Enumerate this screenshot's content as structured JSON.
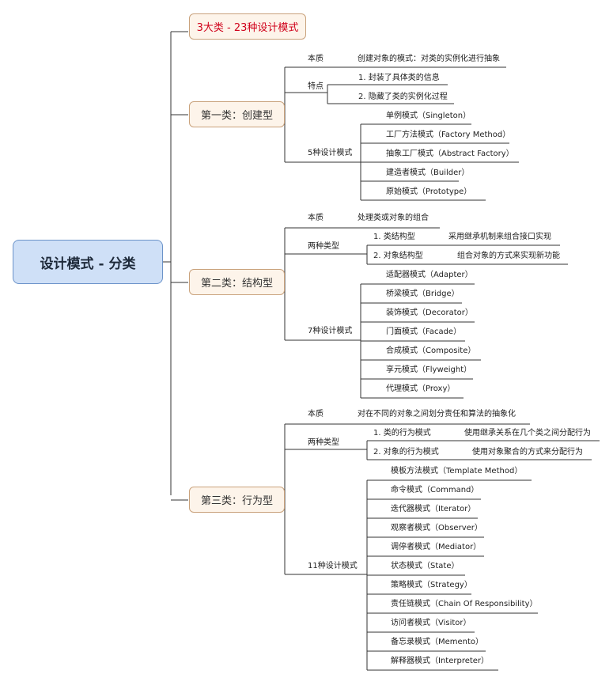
{
  "root": "设计模式 - 分类",
  "summary": "3大类 - 23种设计模式",
  "categories": [
    {
      "title": "第一类：创建型",
      "essence_label": "本质",
      "essence": "创建对象的模式：对类的实例化进行抽象",
      "features_label": "特点",
      "features": [
        "1. 封装了具体类的信息",
        "2. 隐藏了类的实例化过程"
      ],
      "patterns_label": "5种设计模式",
      "patterns": [
        "单例模式（Singleton）",
        "工厂方法模式（Factory Method）",
        "抽象工厂模式（Abstract Factory）",
        "建造者模式（Builder）",
        "原始模式（Prototype）"
      ]
    },
    {
      "title": "第二类：结构型",
      "essence_label": "本质",
      "essence": "处理类或对象的组合",
      "types_label": "两种类型",
      "types": [
        {
          "name": "1. 类结构型",
          "desc": "采用继承机制来组合接口实现"
        },
        {
          "name": "2. 对象结构型",
          "desc": "组合对象的方式来实现新功能"
        }
      ],
      "patterns_label": "7种设计模式",
      "patterns": [
        "适配器模式（Adapter）",
        "桥梁模式（Bridge）",
        "装饰模式（Decorator）",
        "门面模式（Facade）",
        "合成模式（Composite）",
        "享元模式（Flyweight）",
        "代理模式（Proxy）"
      ]
    },
    {
      "title": "第三类：行为型",
      "essence_label": "本质",
      "essence": "对在不同的对象之间划分责任和算法的抽象化",
      "types_label": "两种类型",
      "types": [
        {
          "name": "1. 类的行为模式",
          "desc": "使用继承关系在几个类之间分配行为"
        },
        {
          "name": "2. 对象的行为模式",
          "desc": "使用对象聚合的方式来分配行为"
        }
      ],
      "patterns_label": "11种设计模式",
      "patterns": [
        "模板方法模式（Template Method）",
        "命令模式（Command）",
        "迭代器模式（Iterator）",
        "观察者模式（Observer）",
        "调停者模式（Mediator）",
        "状态模式（State）",
        "策略模式（Strategy）",
        "责任链模式（Chain Of Responsibility）",
        "访问者模式（Visitor）",
        "备忘录模式（Memento）",
        "解释器模式（Interpreter）"
      ]
    }
  ]
}
